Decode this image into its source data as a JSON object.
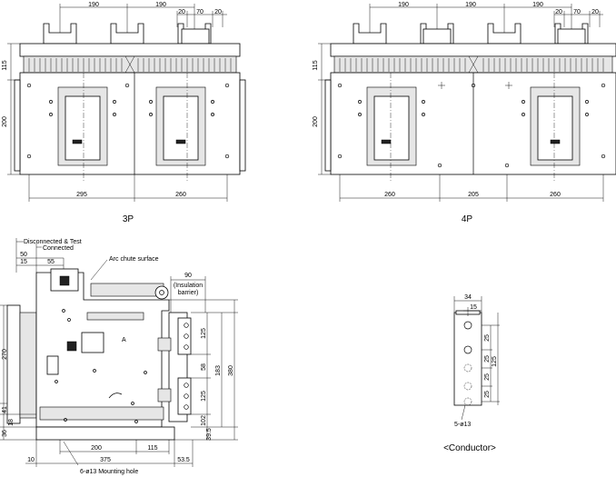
{
  "views": {
    "three_pole": {
      "caption": "3P",
      "dims": {
        "top_a": "190",
        "top_b": "190",
        "top_c": "20",
        "top_d": "70",
        "top_e": "20",
        "left_a": "115",
        "left_b": "200",
        "bottom_a": "295",
        "bottom_b": "260"
      }
    },
    "four_pole": {
      "caption": "4P",
      "dims": {
        "top_a": "190",
        "top_b": "190",
        "top_c": "190",
        "top_d": "20",
        "top_e": "70",
        "top_f": "20",
        "left_a": "115",
        "left_b": "200",
        "bottom_a": "260",
        "bottom_b": "205",
        "bottom_c": "260"
      }
    },
    "side": {
      "labels": {
        "disconnected": "Disconnected & Test",
        "connected": "Connected",
        "arc_chute": "Arc chute surface",
        "insulation": "(Insulation",
        "barrier": "barrier)",
        "mounting": "6-ø13 Mounting hole",
        "section": "A"
      },
      "dims": {
        "d50": "50",
        "d15": "15",
        "d55": "55",
        "d90": "90",
        "d270": "270",
        "d41": "41",
        "d18": "18",
        "d36": "36",
        "d125a": "125",
        "d58": "58",
        "d125b": "125",
        "d102": "102",
        "d39_5": "39.5",
        "d183": "183",
        "d380": "380",
        "d200": "200",
        "d115": "115",
        "d375": "375",
        "d10": "10",
        "d53_5": "53.5"
      }
    },
    "conductor": {
      "caption": "<Conductor>",
      "dims": {
        "w34": "34",
        "w15": "15",
        "v25a": "25",
        "v25b": "25",
        "v25c": "25",
        "v25d": "25",
        "v125": "125",
        "hole": "5-ø13"
      }
    }
  }
}
